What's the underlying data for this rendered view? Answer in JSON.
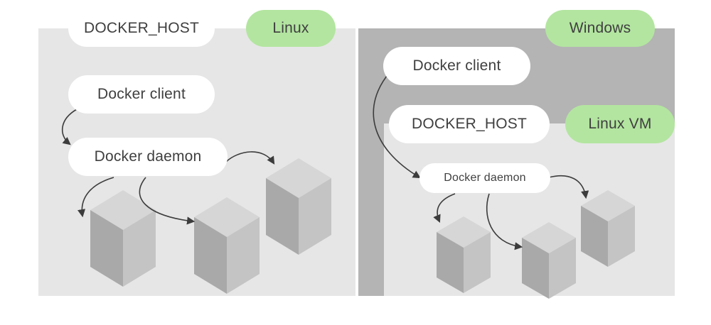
{
  "colors": {
    "panel": "#e6e6e6",
    "windows_panel": "#b4b4b4",
    "pill_white": "#ffffff",
    "pill_green": "#b3e5a0",
    "arrow": "#3c3c3c",
    "text": "#3f3f3f"
  },
  "linux_side": {
    "host_label": "DOCKER_HOST",
    "os_label": "Linux",
    "client_label": "Docker client",
    "daemon_label": "Docker daemon"
  },
  "windows_side": {
    "os_label": "Windows",
    "client_label": "Docker client",
    "host_label": "DOCKER_HOST",
    "vm_label": "Linux VM",
    "daemon_label": "Docker daemon"
  },
  "icons": [
    "container-icon"
  ]
}
